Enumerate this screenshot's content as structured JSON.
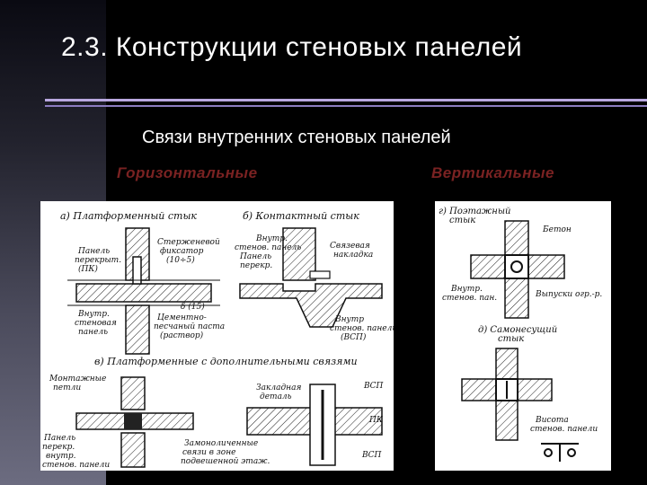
{
  "slide": {
    "title": "2.3. Конструкции стеновых панелей",
    "subtitle": "Связи  внутренних стеновых панелей",
    "label_horizontal": "Горизонтальные",
    "label_vertical": "Вертикальные"
  },
  "left_drawing": {
    "a_caption": "а) Платформенный  стык",
    "b_caption": "б) Контактный  стык",
    "v_caption": "в) Платформенные с дополнительными связями",
    "a_callouts": [
      "Панель",
      "перекрыт.",
      "(ПК)",
      "Стерженевой",
      "фиксатор",
      "(10÷5)",
      "Внутр.",
      "стеновая",
      "панель",
      "δ (15)",
      "Цементно-",
      "песчаный паста",
      "(раствор)"
    ],
    "b_callouts": [
      "Внутр.",
      "стенов. панель",
      "Панель",
      "перекр.",
      "Связевая",
      "накладка",
      "Внутр",
      "стенов. панель",
      "(ВСП)"
    ],
    "v_callouts": [
      "Монтажные",
      "петли",
      "Закладная",
      "деталь",
      "ВСП",
      "ПК",
      "ВСП",
      "Панель",
      "перекр.",
      "внутр.",
      "стенов. панели",
      "Замоноличенные",
      "связи в зоне",
      "подвешенной этаж."
    ]
  },
  "right_drawing": {
    "g_caption": "г) Поэтажный",
    "g_caption2": "стык",
    "d_caption": "д) Самонесущий",
    "d_caption2": "стык",
    "g_callouts": [
      "Бетон",
      "Внутр.",
      "стенов. пан.",
      "Выпуски огр.-р."
    ],
    "d_callouts": [
      "Висота",
      "стенов. панели"
    ]
  },
  "colors": {
    "background": "#000000",
    "title_text": "#ffffff",
    "rule_light": "#b9a8e0",
    "rule_dark": "#8c7cc0",
    "label_accent": "#7a2222",
    "drawing_paper": "#ffffff",
    "ink": "#111111"
  }
}
